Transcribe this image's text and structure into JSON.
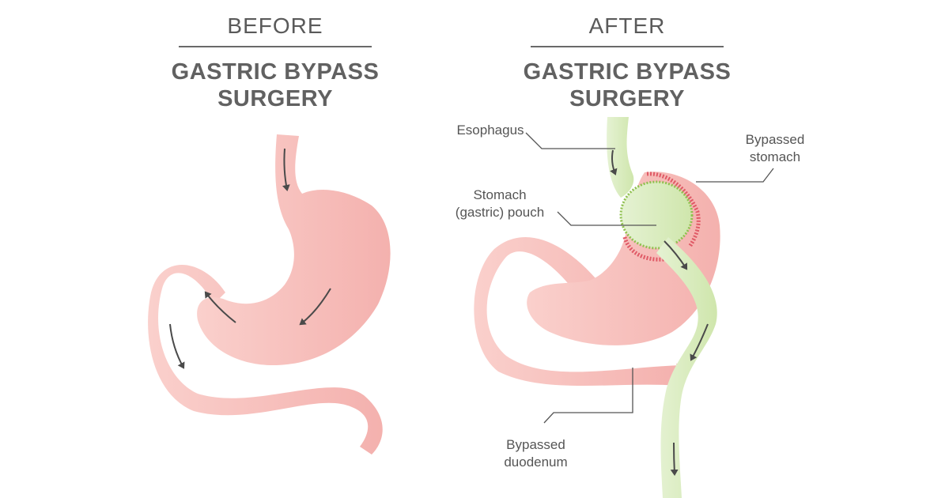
{
  "before": {
    "heading": "BEFORE",
    "title_line1": "GASTRIC BYPASS",
    "title_line2": "SURGERY"
  },
  "after": {
    "heading": "AFTER",
    "title_line1": "GASTRIC BYPASS",
    "title_line2": "SURGERY"
  },
  "labels": {
    "esophagus": "Esophagus",
    "bypassed_stomach_1": "Bypassed",
    "bypassed_stomach_2": "stomach",
    "pouch_1": "Stomach",
    "pouch_2": "(gastric) pouch",
    "duodenum_1": "Bypassed",
    "duodenum_2": "duodenum"
  },
  "colors": {
    "stomach": "#f7bdb9",
    "pouch": "#dcedc1",
    "pouch_outline": "#8fc04f",
    "staple_red": "#e05a66",
    "arrow": "#4a4a4a",
    "text": "#5b5b5b"
  }
}
